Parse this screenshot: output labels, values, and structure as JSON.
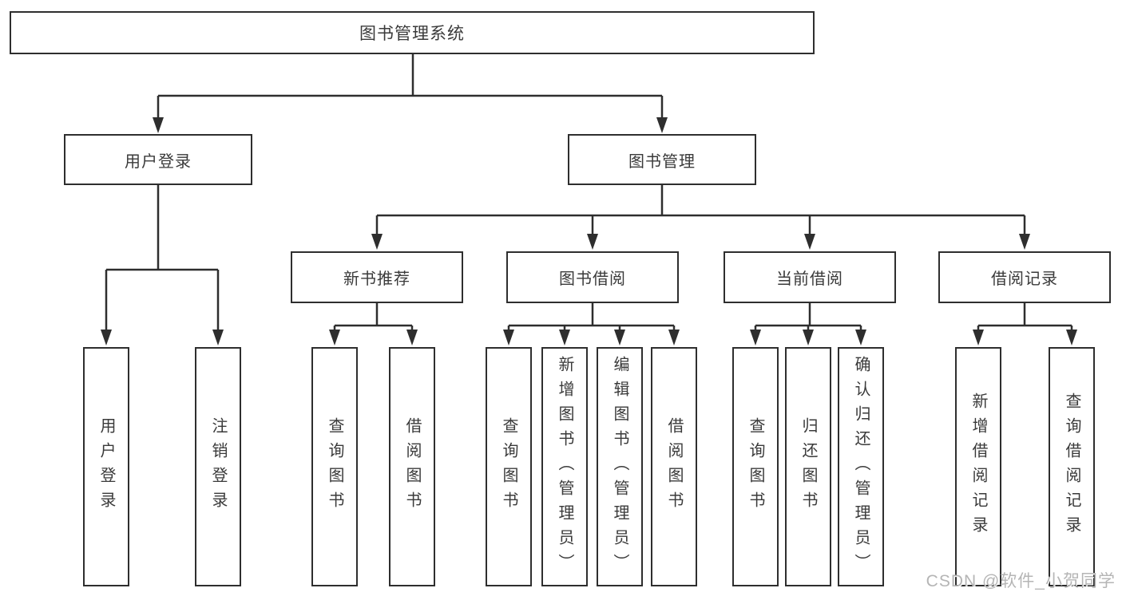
{
  "tree": {
    "root": "图书管理系统",
    "login": {
      "label": "用户登录",
      "children": [
        "用户登录",
        "注销登录"
      ]
    },
    "mgmt": {
      "label": "图书管理",
      "groups": [
        {
          "label": "新书推荐",
          "children": [
            "查询图书",
            "借阅图书"
          ]
        },
        {
          "label": "图书借阅",
          "children": [
            "查询图书",
            "新增图书（管理员）",
            "编辑图书（管理员）",
            "借阅图书"
          ]
        },
        {
          "label": "当前借阅",
          "children": [
            "查询图书",
            "归还图书",
            "确认归还（管理员）"
          ]
        },
        {
          "label": "借阅记录",
          "children": [
            "新增借阅记录",
            "查询借阅记录"
          ]
        }
      ]
    }
  },
  "watermark": "CSDN @软件_小贺同学",
  "colors": {
    "line": "#2e2e2e",
    "text": "#3a3a3a",
    "watermark": "#b5b5b5",
    "background": "#ffffff"
  }
}
